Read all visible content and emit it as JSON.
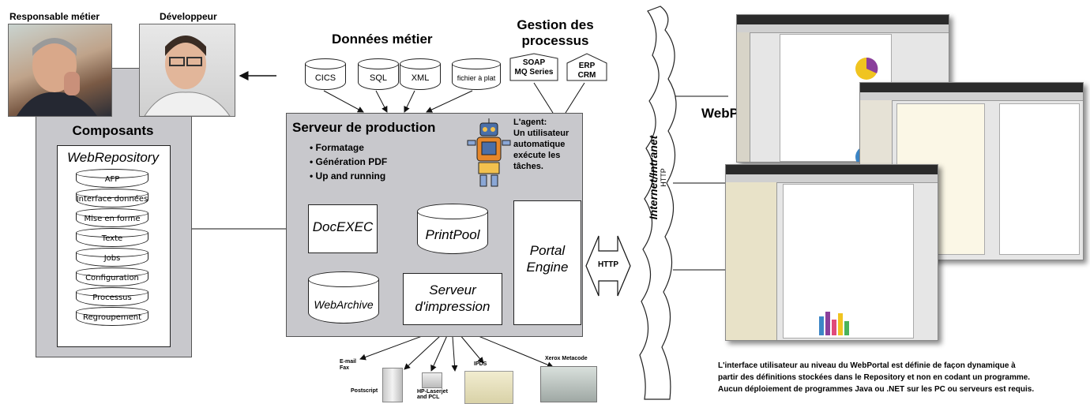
{
  "roles": {
    "business_owner": "Responsable métier",
    "developer": "Développeur"
  },
  "components": {
    "title": "Composants",
    "repository_title": "WebRepository",
    "items": [
      "AFP",
      "Interface données",
      "Mise en forme",
      "Texte",
      "Jobs",
      "Configuration",
      "Processus",
      "Regroupement"
    ]
  },
  "business_data": {
    "title": "Données métier",
    "sources": [
      "CICS",
      "SQL",
      "XML",
      "fichier à plat"
    ]
  },
  "process_mgmt": {
    "title_line1": "Gestion des",
    "title_line2": "processus",
    "soap_line1": "SOAP",
    "soap_line2": "MQ Series",
    "erp_line1": "ERP",
    "erp_line2": "CRM"
  },
  "production_server": {
    "title": "Serveur de production",
    "bullets": [
      "• Formatage",
      "• Génération PDF",
      "• Up and running"
    ],
    "agent_lines": [
      "L'agent:",
      "Un utilisateur",
      "automatique",
      "exécute les",
      "tâches."
    ],
    "docexec": "DocEXEC",
    "printpool": "PrintPool",
    "webarchive": "WebArchive",
    "print_server_line1": "Serveur",
    "print_server_line2": "d'impression",
    "portal_engine_line1": "Portal",
    "portal_engine_line2": "Engine"
  },
  "outputs": {
    "email_line1": "E-mail",
    "email_line2": "Fax",
    "postscript": "Postscript",
    "hp_line1": "HP-Laserjet",
    "hp_line2": "and PCL",
    "ipds": "IPDS",
    "xerox": "Xerox Metacode"
  },
  "network": {
    "http_arrow": "HTTP",
    "cloud_line1": "Internet/Intranet",
    "cloud_line2": "HTTP"
  },
  "webportal": {
    "title": "WebPortal",
    "caption_lines": [
      "L'interface utilisateur au niveau du WebPortal est définie de façon dynamique à",
      "partir des définitions stockées dans le Repository et non en codant un programme.",
      "Aucun déploiement de programmes Java ou .NET sur les PC ou serveurs est requis."
    ]
  },
  "colors": {
    "panel_gray": "#c8c8cc",
    "chart_purple": "#8a3f9c",
    "chart_yellow": "#f0c420",
    "chart_blue": "#3d86c6"
  }
}
